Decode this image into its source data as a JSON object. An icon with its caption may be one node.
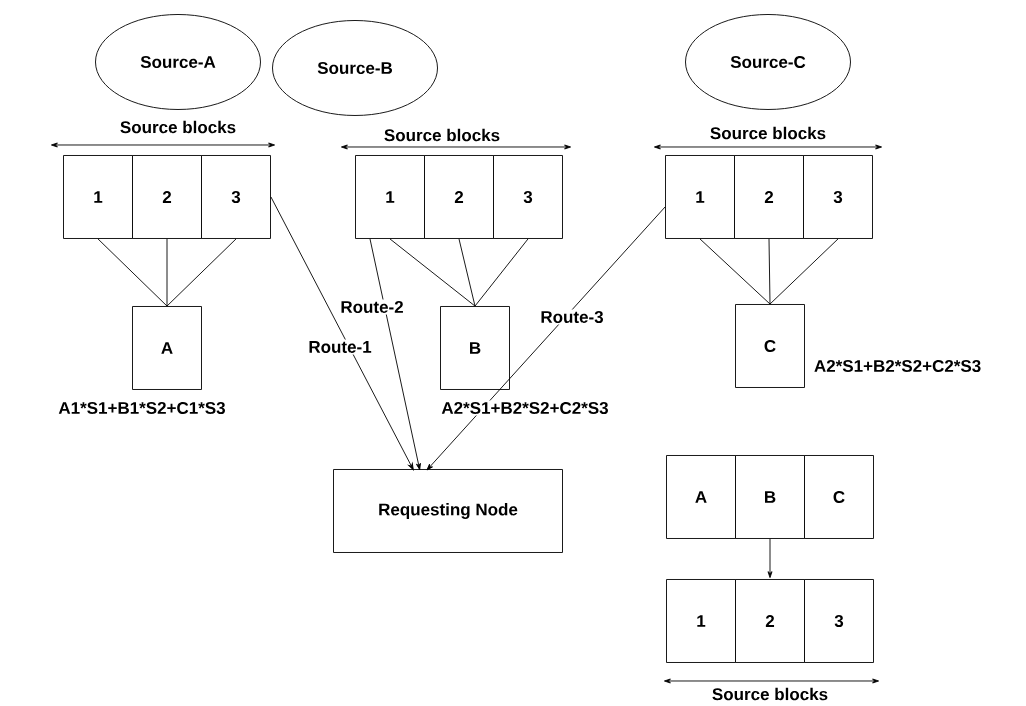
{
  "diagram": {
    "nodes": [
      {
        "text": [
          "Source-A"
        ]
      },
      {
        "text": [
          "Source-B"
        ]
      },
      {
        "text": [
          "Source-C"
        ]
      },
      {
        "text": [
          "1"
        ]
      },
      {
        "text": [
          "2"
        ]
      },
      {
        "text": [
          "3"
        ]
      },
      {
        "text": [
          "1"
        ]
      },
      {
        "text": [
          "2"
        ]
      },
      {
        "text": [
          "3"
        ]
      },
      {
        "text": [
          "1"
        ]
      },
      {
        "text": [
          "2"
        ]
      },
      {
        "text": [
          "3"
        ]
      },
      {
        "text": [
          "A"
        ]
      },
      {
        "text": [
          "B"
        ]
      },
      {
        "text": [
          "C"
        ]
      },
      {
        "text": [
          "Requesting Node"
        ]
      },
      {
        "text": [
          "A"
        ]
      },
      {
        "text": [
          "B"
        ]
      },
      {
        "text": [
          "C"
        ]
      },
      {
        "text": [
          "1"
        ]
      },
      {
        "text": [
          "2"
        ]
      },
      {
        "text": [
          "3"
        ]
      }
    ],
    "edges": [
      {
        "from": 3,
        "to": 12,
        "arrow": "none"
      },
      {
        "from": 4,
        "to": 12,
        "arrow": "none"
      },
      {
        "from": 5,
        "to": 12,
        "arrow": "none"
      },
      {
        "from": 6,
        "to": 13,
        "arrow": "none"
      },
      {
        "from": 7,
        "to": 13,
        "arrow": "none"
      },
      {
        "from": 8,
        "to": 13,
        "arrow": "none"
      },
      {
        "from": 9,
        "to": 14,
        "arrow": "none"
      },
      {
        "from": 10,
        "to": 14,
        "arrow": "none"
      },
      {
        "from": 11,
        "to": 14,
        "arrow": "none"
      },
      {
        "from": 5,
        "to": 15,
        "arrow": "to",
        "label": "Route-1"
      },
      {
        "from": 6,
        "to": 15,
        "arrow": "to",
        "label": "Route-2"
      },
      {
        "from": 9,
        "to": 15,
        "arrow": "to",
        "label": "Route-3"
      },
      {
        "from": 17,
        "to": 20,
        "arrow": "to"
      }
    ],
    "labels": [
      "Source blocks",
      "Source blocks",
      "Source blocks",
      "A2*S1+B2*S2+C2*S3",
      "A1*S1+B1*S2+C1*S3",
      "A2*S1+B2*S2+C2*S3",
      "Source blocks"
    ]
  }
}
